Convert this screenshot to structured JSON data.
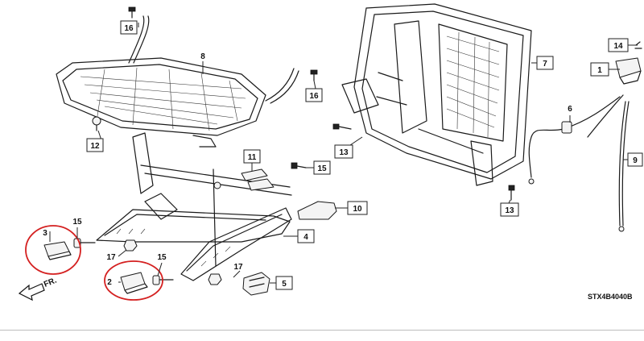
{
  "callouts": [
    {
      "id": "c1",
      "text": "1"
    },
    {
      "id": "c2",
      "text": "2"
    },
    {
      "id": "c3",
      "text": "3"
    },
    {
      "id": "c4",
      "text": "4"
    },
    {
      "id": "c5",
      "text": "5"
    },
    {
      "id": "c6",
      "text": "6"
    },
    {
      "id": "c7",
      "text": "7"
    },
    {
      "id": "c8",
      "text": "8"
    },
    {
      "id": "c9",
      "text": "9"
    },
    {
      "id": "c10",
      "text": "10"
    },
    {
      "id": "c11",
      "text": "11"
    },
    {
      "id": "c12",
      "text": "12"
    },
    {
      "id": "c13a",
      "text": "13"
    },
    {
      "id": "c13b",
      "text": "13"
    },
    {
      "id": "c14",
      "text": "14"
    },
    {
      "id": "c15a",
      "text": "15"
    },
    {
      "id": "c15b",
      "text": "15"
    },
    {
      "id": "c15c",
      "text": "15"
    },
    {
      "id": "c16a",
      "text": "16"
    },
    {
      "id": "c16b",
      "text": "16"
    },
    {
      "id": "c17a",
      "text": "17"
    },
    {
      "id": "c17b",
      "text": "17"
    }
  ],
  "front_arrow_label": "FR.",
  "diagram_code": "STX4B4040B",
  "annotation_color": "#d42020"
}
